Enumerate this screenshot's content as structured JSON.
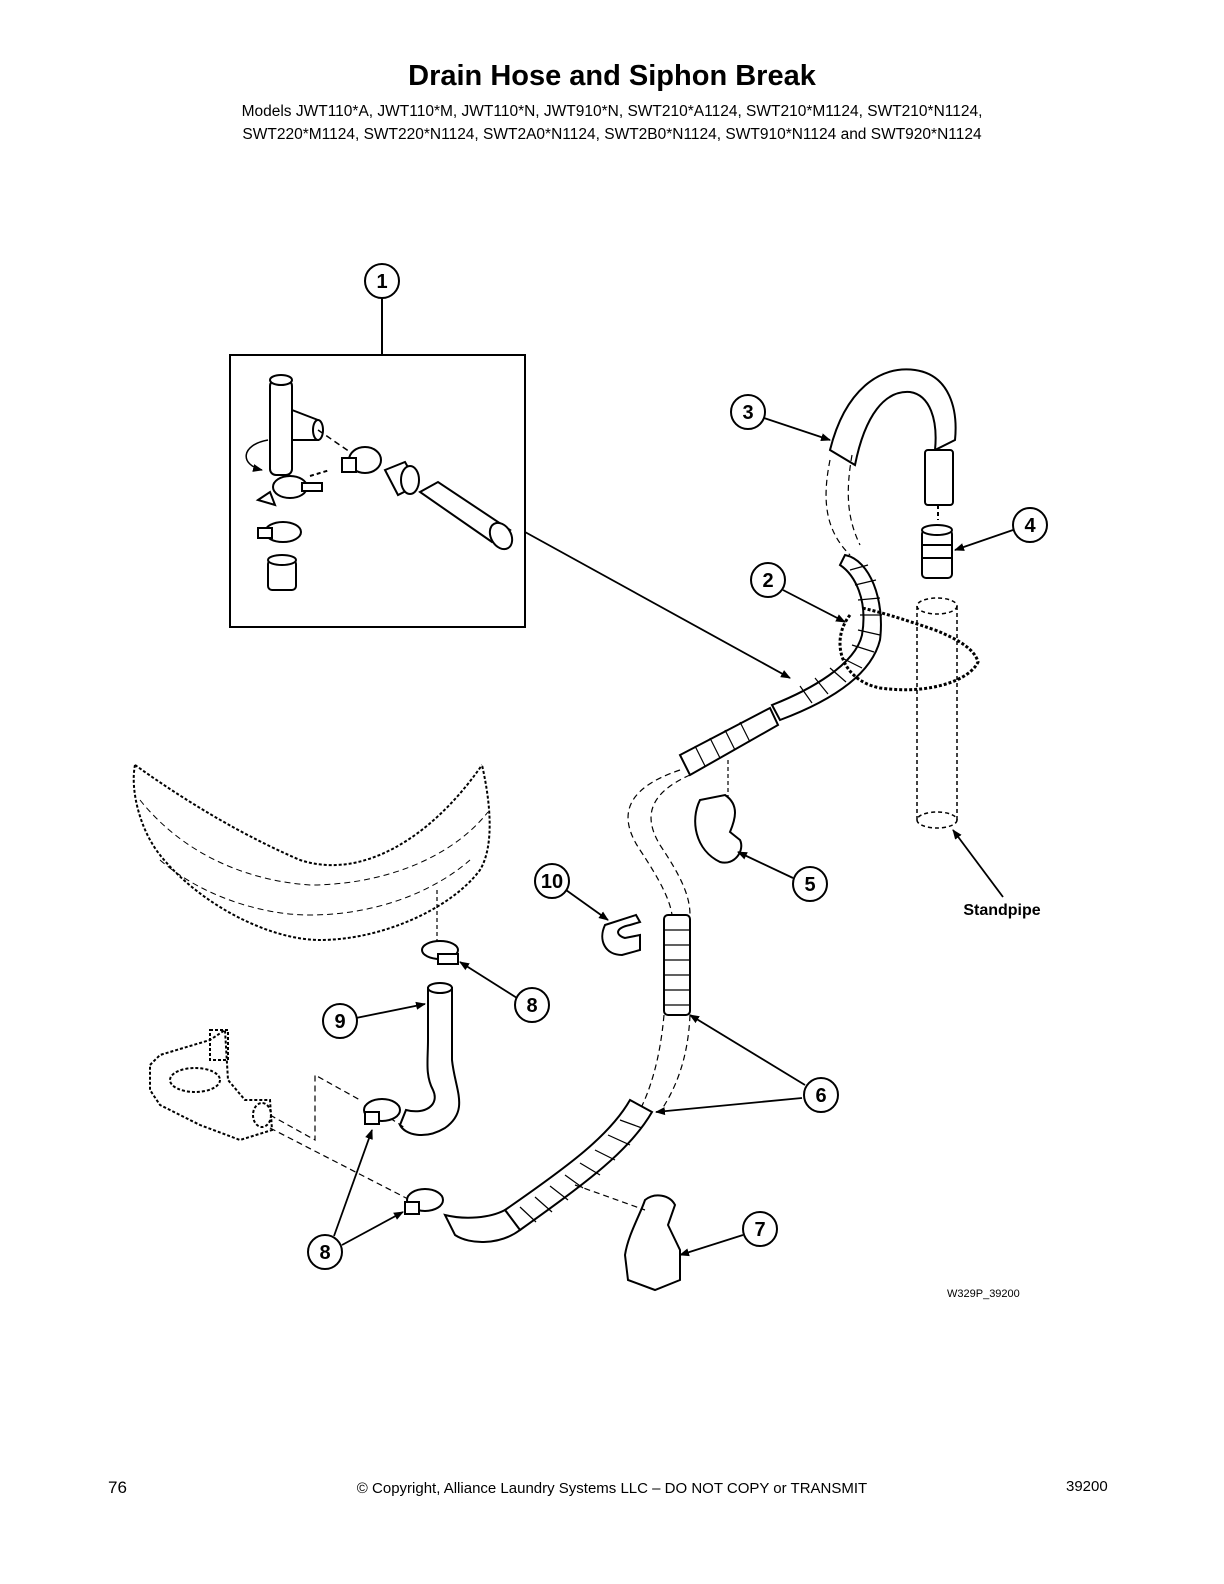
{
  "page": {
    "title": "Drain Hose and Siphon Break",
    "models_line1": "Models JWT110*A, JWT110*M, JWT110*N, JWT910*N, SWT210*A1124, SWT210*M1124, SWT210*N1124,",
    "models_line2": "SWT220*M1124, SWT220*N1124, SWT2A0*N1124, SWT2B0*N1124, SWT910*N1124 and SWT920*N1124"
  },
  "diagram": {
    "callouts": {
      "c1": "1",
      "c2": "2",
      "c3": "3",
      "c4": "4",
      "c5": "5",
      "c6": "6",
      "c7": "7",
      "c8a": "8",
      "c8b": "8",
      "c9": "9",
      "c10": "10"
    },
    "standpipe_label": "Standpipe",
    "figure_code": "W329P_39200"
  },
  "footer": {
    "page_number": "76",
    "copyright": "© Copyright, Alliance Laundry Systems LLC – DO NOT COPY or TRANSMIT",
    "document_number": "39200"
  }
}
